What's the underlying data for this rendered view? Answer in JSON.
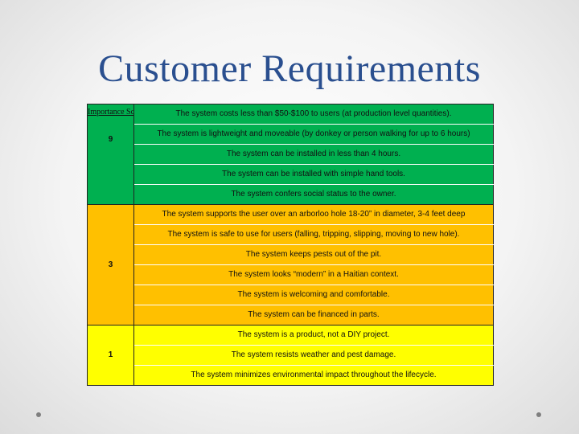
{
  "title": "Customer Requirements",
  "scale_label": "Importance Scale",
  "colors": {
    "tier_9": "#00b050",
    "tier_3": "#ffc000",
    "tier_1": "#ffff00",
    "title": "#2a4f8f"
  },
  "tiers": [
    {
      "score": "9",
      "requirements": [
        "The system costs less than $50-$100 to users (at production level quantities).",
        "The system is lightweight and moveable (by donkey or person walking for up to 6 hours)",
        "The system can be installed in less than 4 hours.",
        "The system can be installed with simple hand tools.",
        "The system confers social status to the owner."
      ]
    },
    {
      "score": "3",
      "requirements": [
        "The system supports the user over an arborloo hole 18-20” in diameter, 3-4 feet deep",
        "The system is safe to use for users (falling, tripping, slipping, moving to new hole).",
        "The system keeps pests out of the pit.",
        "The system looks “modern” in a Haitian context.",
        "The system is welcoming and comfortable.",
        "The system can be financed in parts."
      ]
    },
    {
      "score": "1",
      "requirements": [
        "The system is a product, not a DIY project.",
        "The system resists weather and pest damage.",
        "The system minimizes environmental impact throughout the lifecycle."
      ]
    }
  ]
}
